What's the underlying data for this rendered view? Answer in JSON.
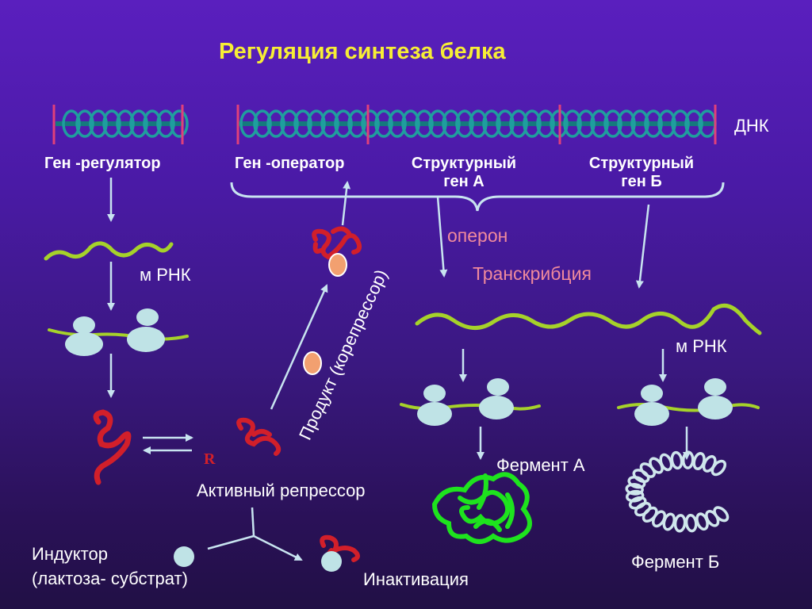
{
  "title": "Регуляция синтеза белка",
  "dna_label": "ДНК",
  "genes": {
    "regulator": "Ген -регулятор",
    "operator": "Ген -оператор",
    "structural_a_line1": "Структурный",
    "structural_a_line2": "ген А",
    "structural_b_line1": "Структурный",
    "structural_b_line2": "ген Б"
  },
  "operon_label": "оперон",
  "transcription_label": "Транскрибция",
  "mrna_left": "м РНК",
  "mrna_right": "м РНК",
  "product_label": "Продукт (корепрессор)",
  "repressor_mark": "R",
  "active_repressor": "Активный репрессор",
  "inductor_line1": "Индуктор",
  "inductor_line2": "(лактоза- субстрат)",
  "inactivation": "Инактивация",
  "enzyme_a": "Фермент А",
  "enzyme_b": "Фермент Б",
  "colors": {
    "title": "#f7ee35",
    "dna_helix": "#1f9e9e",
    "dna_marker": "#e0407a",
    "mrna": "#a6d22a",
    "ribosome": "#bfe3e6",
    "repressor": "#d21f2a",
    "corepressor": "#f2a070",
    "enzyme_a": "#1ee31e",
    "enzyme_b": "#cfe6ec",
    "arrow": "#c8e4f0",
    "pink_text": "#f08a9c"
  }
}
